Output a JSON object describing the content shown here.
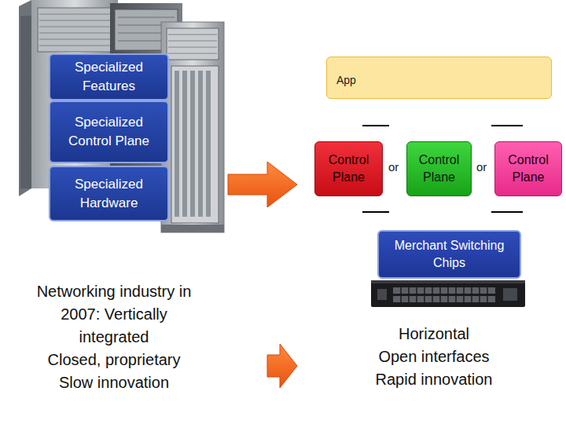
{
  "diagram": {
    "nodes": [
      {
        "text": [
          "Specialized Features"
        ]
      },
      {
        "text": [
          "Specialized Control Plane"
        ]
      },
      {
        "text": [
          "Specialized Hardware"
        ]
      },
      {
        "text": [
          "App"
        ]
      },
      {
        "text": [
          "Control Plane"
        ]
      },
      {
        "text": [
          "Control Plane"
        ]
      },
      {
        "text": [
          "Control Plane"
        ]
      },
      {
        "text": [
          "Merchant Switching Chips"
        ]
      }
    ],
    "labels": [
      "or",
      "or",
      "Networking industry in 2007: Vertically integrated",
      "Closed, proprietary",
      "Slow innovation",
      "Horizontal",
      "Open interfaces",
      "Rapid innovation"
    ]
  }
}
